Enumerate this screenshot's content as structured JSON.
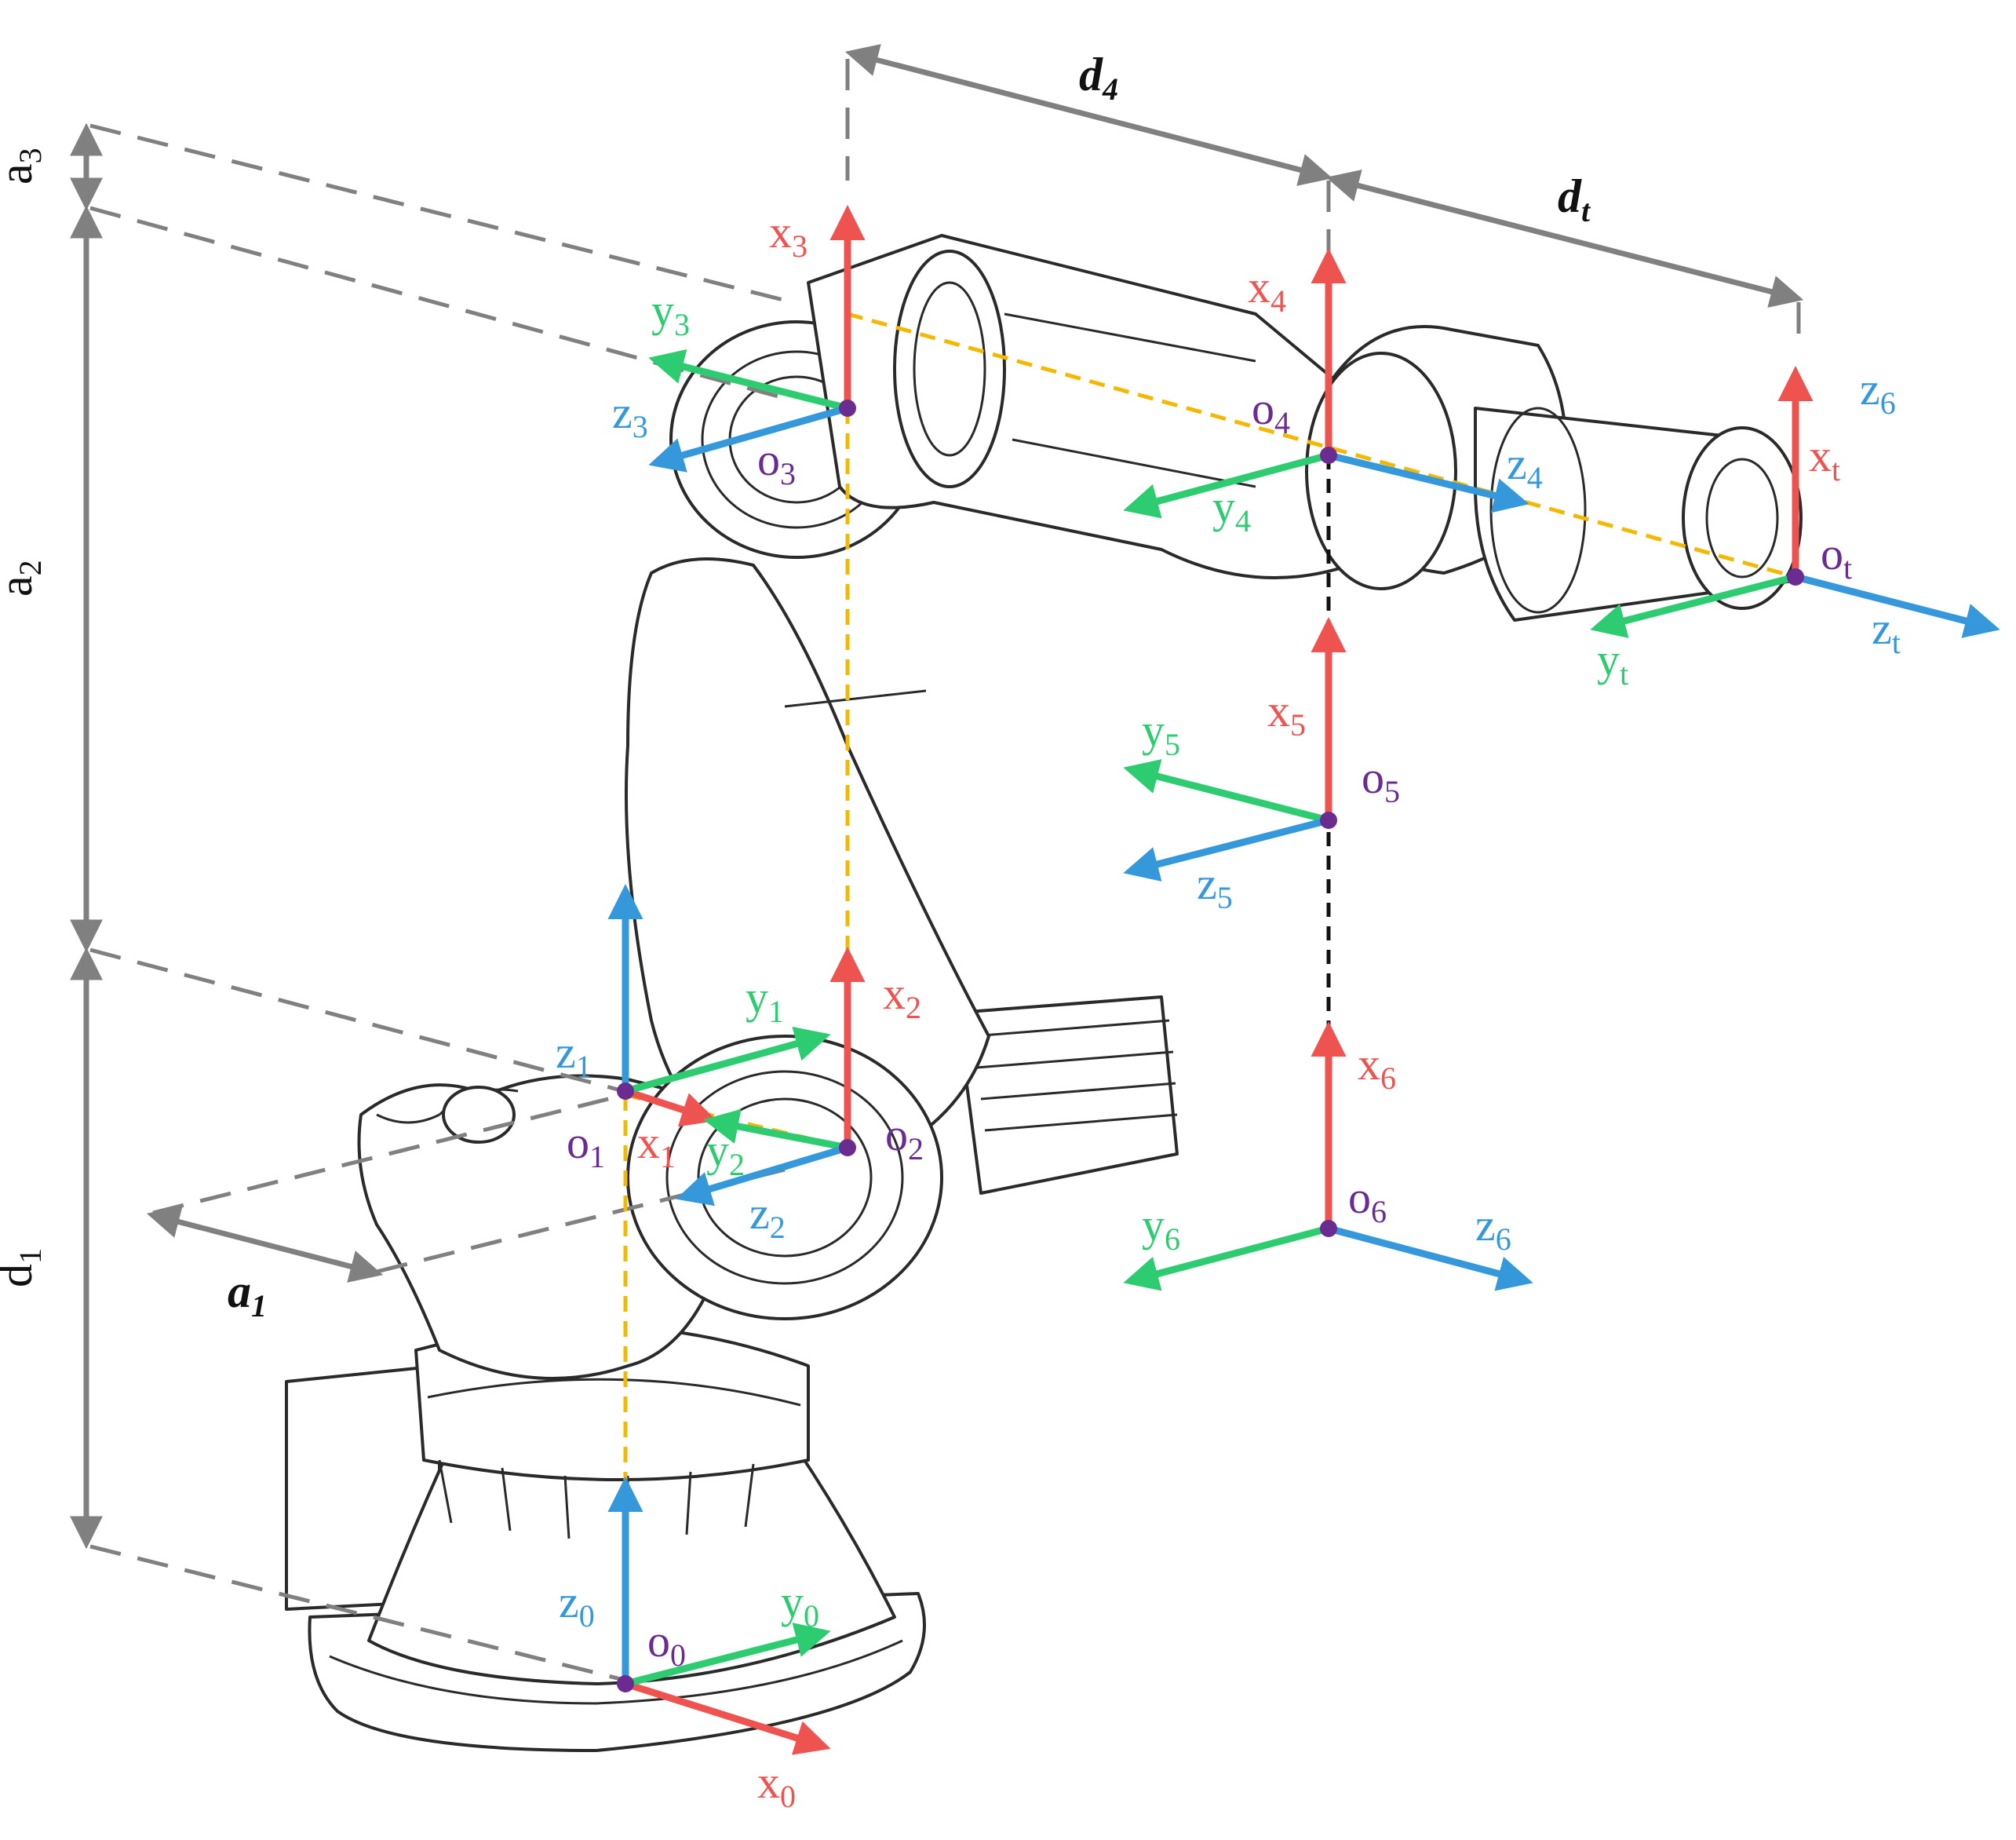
{
  "colors": {
    "x_axis": "#ef5350",
    "y_axis": "#2ecc71",
    "z_axis": "#3498db",
    "origin": "#6a2c91",
    "dimension": "#808080",
    "link_line": "#f5b800",
    "wrist_line": "#111111"
  },
  "dimensions": {
    "a1": {
      "base": "a",
      "sub": "1"
    },
    "a2": {
      "base": "a",
      "sub": "2"
    },
    "a3": {
      "base": "a",
      "sub": "3"
    },
    "d1": {
      "base": "d",
      "sub": "1"
    },
    "d4": {
      "base": "d",
      "sub": "4"
    },
    "dt": {
      "base": "d",
      "sub": "t"
    }
  },
  "frames": {
    "f0": {
      "origin": {
        "base": "o",
        "sub": "0"
      },
      "x": {
        "base": "x",
        "sub": "0"
      },
      "y": {
        "base": "y",
        "sub": "0"
      },
      "z": {
        "base": "z",
        "sub": "0"
      }
    },
    "f1": {
      "origin": {
        "base": "o",
        "sub": "1"
      },
      "x": {
        "base": "x",
        "sub": "1"
      },
      "y": {
        "base": "y",
        "sub": "1"
      },
      "z": {
        "base": "z",
        "sub": "1"
      }
    },
    "f2": {
      "origin": {
        "base": "o",
        "sub": "2"
      },
      "x": {
        "base": "x",
        "sub": "2"
      },
      "y": {
        "base": "y",
        "sub": "2"
      },
      "z": {
        "base": "z",
        "sub": "2"
      }
    },
    "f3": {
      "origin": {
        "base": "o",
        "sub": "3"
      },
      "x": {
        "base": "x",
        "sub": "3"
      },
      "y": {
        "base": "y",
        "sub": "3"
      },
      "z": {
        "base": "z",
        "sub": "3"
      }
    },
    "f4": {
      "origin": {
        "base": "o",
        "sub": "4"
      },
      "x": {
        "base": "x",
        "sub": "4"
      },
      "y": {
        "base": "y",
        "sub": "4"
      },
      "z": {
        "base": "z",
        "sub": "4"
      }
    },
    "f5": {
      "origin": {
        "base": "o",
        "sub": "5"
      },
      "x": {
        "base": "x",
        "sub": "5"
      },
      "y": {
        "base": "y",
        "sub": "5"
      },
      "z": {
        "base": "z",
        "sub": "5"
      }
    },
    "f6": {
      "origin": {
        "base": "o",
        "sub": "6"
      },
      "x": {
        "base": "x",
        "sub": "6"
      },
      "y": {
        "base": "y",
        "sub": "6"
      },
      "z": {
        "base": "z",
        "sub": "6"
      }
    },
    "ft": {
      "origin": {
        "base": "o",
        "sub": "t"
      },
      "x": {
        "base": "x",
        "sub": "t"
      },
      "y": {
        "base": "y",
        "sub": "t"
      },
      "z": {
        "base": "z",
        "sub": "t"
      }
    },
    "extra_z6": {
      "base": "z",
      "sub": "6"
    }
  }
}
